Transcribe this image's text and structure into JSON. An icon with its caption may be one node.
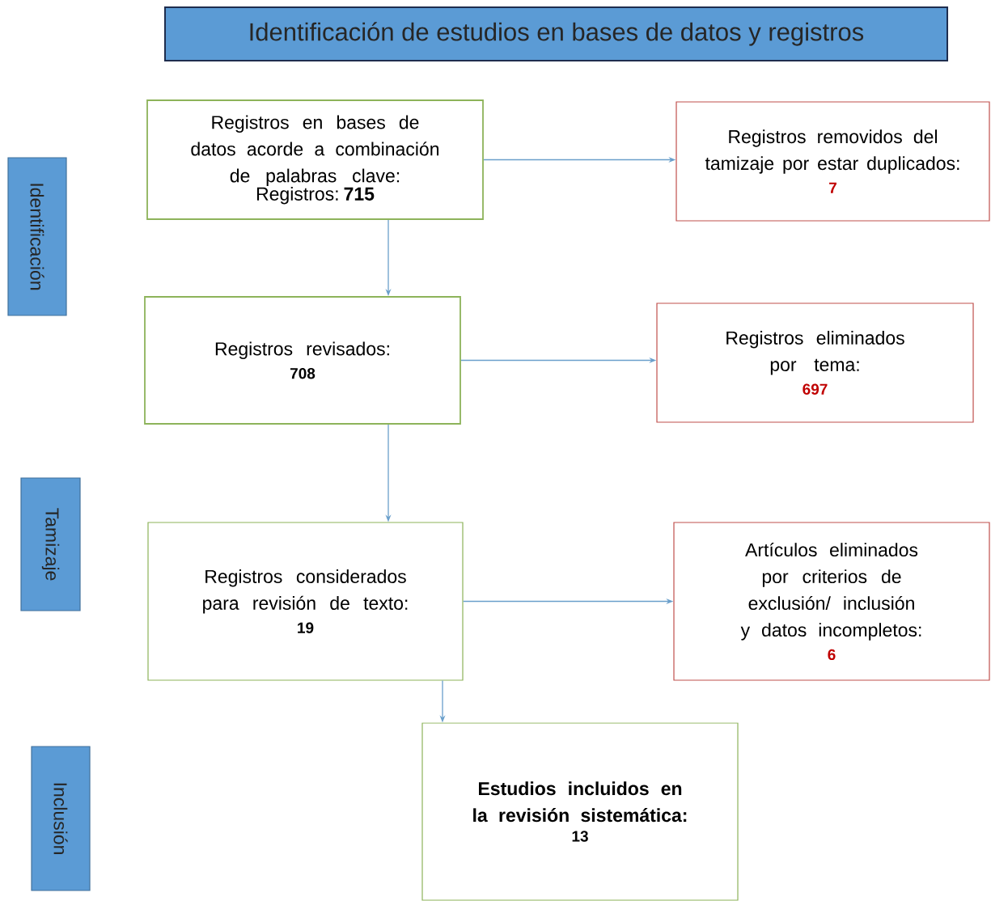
{
  "diagram": {
    "nodes": [
      {
        "text": [
          "Identificación de estudios en bases de datos y registros"
        ]
      },
      {
        "text": [
          "Identificación"
        ]
      },
      {
        "text": [
          "Tamizaje"
        ]
      },
      {
        "text": [
          "Inclusión"
        ]
      },
      {
        "text": [
          "Registros en bases de datos acorde a combinación de palabras clave:",
          "Registros: **715**"
        ]
      },
      {
        "text": [
          "Registros removidos del tamizaje por estar duplicados:",
          "7"
        ]
      },
      {
        "text": [
          "Registros revisados:",
          "708"
        ]
      },
      {
        "text": [
          "Registros eliminados por tema:",
          "697"
        ]
      },
      {
        "text": [
          "Registros considerados para revisión de texto:",
          "19"
        ]
      },
      {
        "text": [
          "Artículos eliminados por criterios de exclusión/ inclusión y datos incompletos:",
          "6"
        ]
      },
      {
        "text": [
          "Estudios incluidos en la revisión sistemática:",
          "13"
        ]
      }
    ],
    "edges": [
      {
        "from": 4,
        "to": 5,
        "arrow": "to"
      },
      {
        "from": 4,
        "to": 6,
        "arrow": "to"
      },
      {
        "from": 6,
        "to": 7,
        "arrow": "to"
      },
      {
        "from": 6,
        "to": 8,
        "arrow": "to"
      },
      {
        "from": 8,
        "to": 9,
        "arrow": "to"
      },
      {
        "from": 8,
        "to": 10,
        "arrow": "to"
      }
    ]
  }
}
